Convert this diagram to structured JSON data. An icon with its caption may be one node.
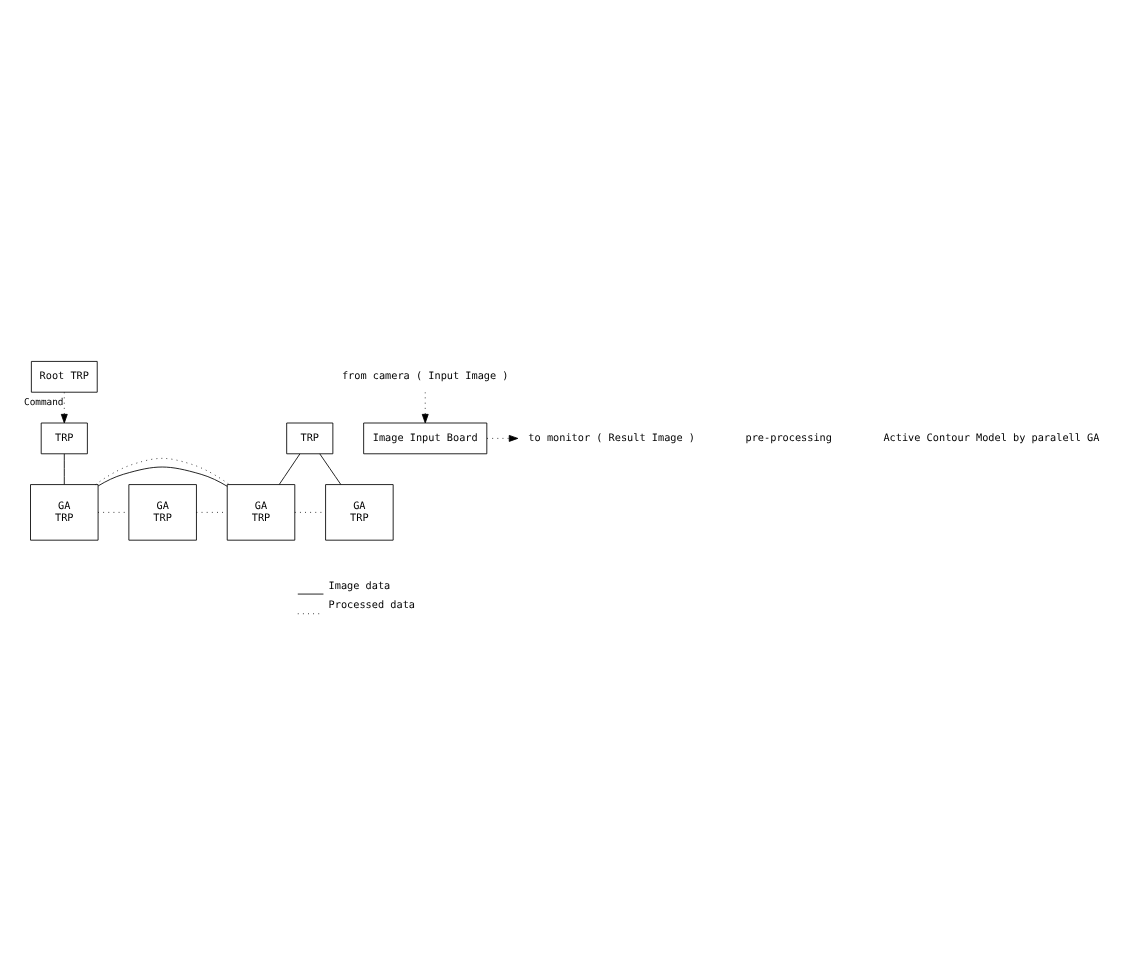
{
  "diagram": {
    "nodes": [
      {
        "text": [
          "Root TRP"
        ]
      },
      {
        "text": [
          "from camera ( Input Image )"
        ]
      },
      {
        "text": [
          "to monitor ( Result Image )"
        ]
      },
      {
        "text": [
          "Image Input Board"
        ]
      },
      {
        "text": [
          "TRP"
        ]
      },
      {
        "text": [
          "TRP"
        ]
      },
      {
        "text": [
          "GA",
          "TRP"
        ]
      },
      {
        "text": [
          "GA",
          "TRP"
        ]
      },
      {
        "text": [
          "GA",
          "TRP"
        ]
      },
      {
        "text": [
          "GA",
          "TRP"
        ]
      }
    ],
    "edges": [
      {
        "from": 1,
        "to": 3,
        "arrow": "to",
        "style": "dashed"
      },
      {
        "from": 3,
        "to": 2,
        "arrow": "to",
        "style": "dashed"
      },
      {
        "from": 0,
        "to": 4,
        "arrow": "to",
        "style": "dashed",
        "label": "Command"
      },
      {
        "from": 4,
        "to": 6,
        "arrow": "none"
      },
      {
        "from": 5,
        "to": 8,
        "arrow": "none"
      },
      {
        "from": 5,
        "to": 9,
        "arrow": "none"
      },
      {
        "from": 6,
        "to": 7,
        "arrow": "none",
        "style": "dashed"
      },
      {
        "from": 7,
        "to": 8,
        "arrow": "none",
        "style": "dashed"
      },
      {
        "from": 8,
        "to": 9,
        "arrow": "none",
        "style": "dashed"
      },
      {
        "from": 6,
        "to": 8,
        "arrow": "none"
      },
      {
        "from": 6,
        "to": 8,
        "arrow": "none",
        "style": "dashed"
      }
    ],
    "labels": [
      "pre-processing",
      "Active Contour Model by paralell GA"
    ],
    "legend": [
      {
        "text": "Image data"
      },
      {
        "text": "Processed data"
      }
    ]
  }
}
